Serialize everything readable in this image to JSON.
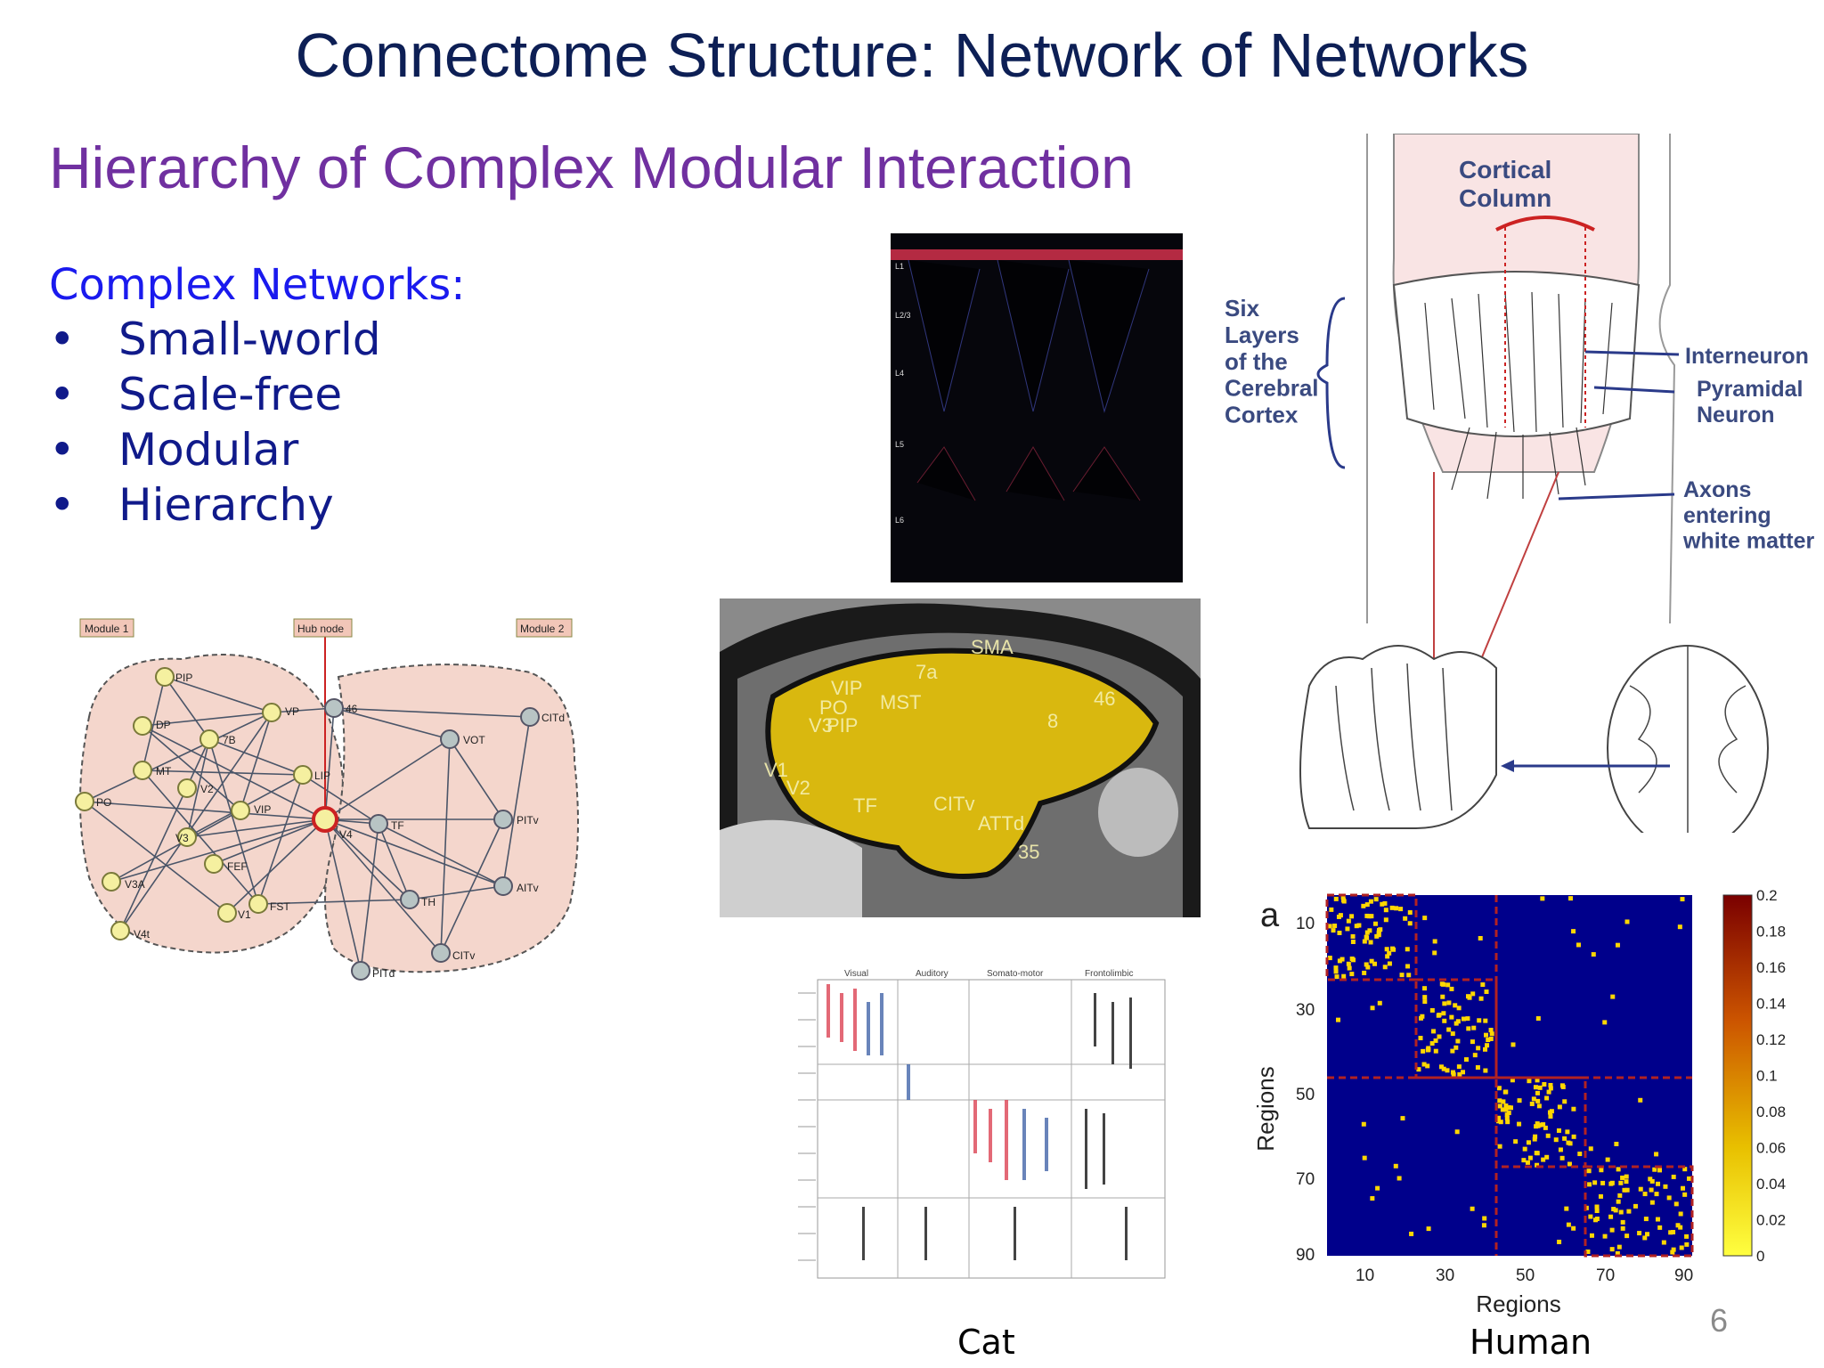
{
  "slide": {
    "title": "Connectome Structure: Network of Networks",
    "subtitle": "Hierarchy of Complex Modular  Interaction",
    "networks_heading": "Complex Networks:",
    "bullet_symbol": "•",
    "bullets": [
      "Small-world",
      "Scale-free",
      "Modular",
      "Hierarchy"
    ],
    "page_number": "6"
  },
  "figures": {
    "network_diagram": {
      "module1_label": "Module 1",
      "hub_label": "Hub node",
      "module2_label": "Module 2",
      "nodes_module1": [
        "PIP",
        "DP",
        "7B",
        "MT",
        "VP",
        "V3",
        "VIP",
        "PO",
        "V3A",
        "FEF",
        "V4t",
        "FST",
        "LIP",
        "V2",
        "V1"
      ],
      "nodes_module2": [
        "46",
        "VOT",
        "CITd",
        "PITv",
        "TF",
        "AITv",
        "TH",
        "CITv",
        "PITd"
      ],
      "hub_node": "V4"
    },
    "cortical_layers_image": {
      "layers": [
        "L1",
        "L2/3",
        "L4",
        "L5",
        "L6"
      ]
    },
    "brain_mri": {
      "region_labels": [
        "SMA",
        "7a",
        "VIP",
        "MST",
        "PO",
        "V3",
        "PIP",
        "V1",
        "V2",
        "TF",
        "CITv",
        "8",
        "46",
        "ATTd",
        "35"
      ]
    },
    "cortical_column_diagram": {
      "column_label": "Cortical\nColumn",
      "layers_label": "Six\nLayers\nof the\nCerebral\nCortex",
      "interneuron_label": "Interneuron",
      "pyramidal_label": "Pyramidal\nNeuron",
      "axons_label": "Axons\nentering\nwhite matter"
    },
    "cat_matrix": {
      "group_labels": [
        "Visual",
        "Auditory",
        "Somato-motor",
        "Frontolimbic"
      ],
      "caption": "Cat"
    },
    "human_matrix": {
      "panel_letter": "a",
      "y_axis_label": "Regions",
      "x_axis_label": "Regions",
      "y_ticks": [
        "10",
        "30",
        "50",
        "70",
        "90"
      ],
      "x_ticks": [
        "10",
        "30",
        "50",
        "70",
        "90"
      ],
      "colorbar_ticks": [
        "0.2",
        "0.18",
        "0.16",
        "0.14",
        "0.12",
        "0.1",
        "0.08",
        "0.06",
        "0.04",
        "0.02",
        "0"
      ],
      "caption": "Human",
      "colors": {
        "background": "#00008b",
        "dots": "#ffd700",
        "module_box": "#b22222"
      }
    }
  }
}
